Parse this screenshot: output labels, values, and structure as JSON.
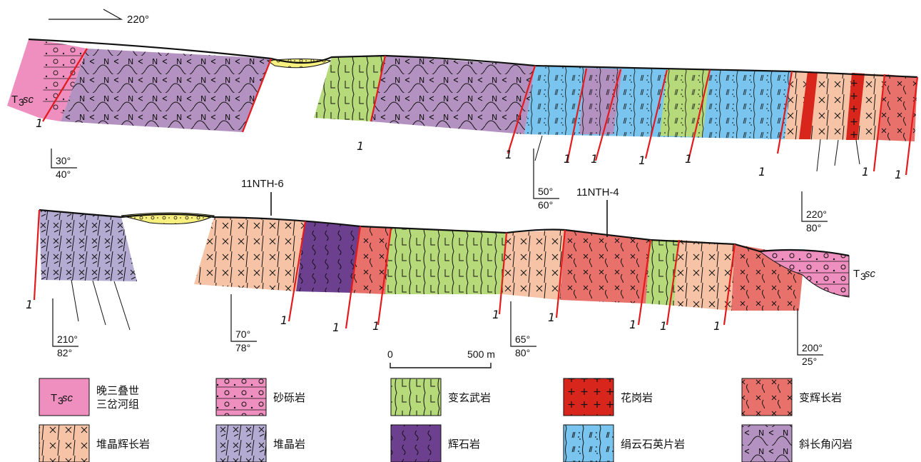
{
  "direction": {
    "label": "220°"
  },
  "samples": [
    {
      "id": "11NTH-6"
    },
    {
      "id": "11NTH-4"
    }
  ],
  "formation_label": {
    "main": "T",
    "sub": "3",
    "italic": "sc"
  },
  "attitudes": [
    {
      "top": "30°",
      "bottom": "40°"
    },
    {
      "top": "50°",
      "bottom": "60°"
    },
    {
      "top": "220°",
      "bottom": "80°"
    },
    {
      "top": "210°",
      "bottom": "82°"
    },
    {
      "top": "70°",
      "bottom": "78°"
    },
    {
      "top": "65°",
      "bottom": "80°"
    },
    {
      "top": "200°",
      "bottom": "25°"
    }
  ],
  "scale_bar": {
    "start": "0",
    "end": "500 m"
  },
  "legend": [
    {
      "label": "晚三叠世",
      "label2": "三岔河组",
      "swatch": "T3sc",
      "color": "#ee8fbf"
    },
    {
      "label": "砂砾岩",
      "swatch": "conglomerate",
      "color": "#ee8fbf"
    },
    {
      "label": "变玄武岩",
      "swatch": "metabasalt",
      "color": "#b6d97a"
    },
    {
      "label": "花岗岩",
      "swatch": "granite",
      "color": "#d9261c"
    },
    {
      "label": "变辉长岩",
      "swatch": "metagabbro",
      "color": "#e8716b"
    },
    {
      "label": "堆晶辉长岩",
      "swatch": "cumulate-gabbro",
      "color": "#f6c3a6"
    },
    {
      "label": "堆晶岩",
      "swatch": "cumulate",
      "color": "#b3abd2"
    },
    {
      "label": "辉石岩",
      "swatch": "pyroxenite",
      "color": "#6c3f8f"
    },
    {
      "label": "绢云石英片岩",
      "swatch": "sericite-schist",
      "color": "#79c5ef"
    },
    {
      "label": "斜长角闪岩",
      "swatch": "amphibolite",
      "color": "#b391c0"
    }
  ],
  "colors": {
    "fault": "#e41a1c",
    "alluvium": "#f7f07e",
    "ink": "#111111"
  }
}
